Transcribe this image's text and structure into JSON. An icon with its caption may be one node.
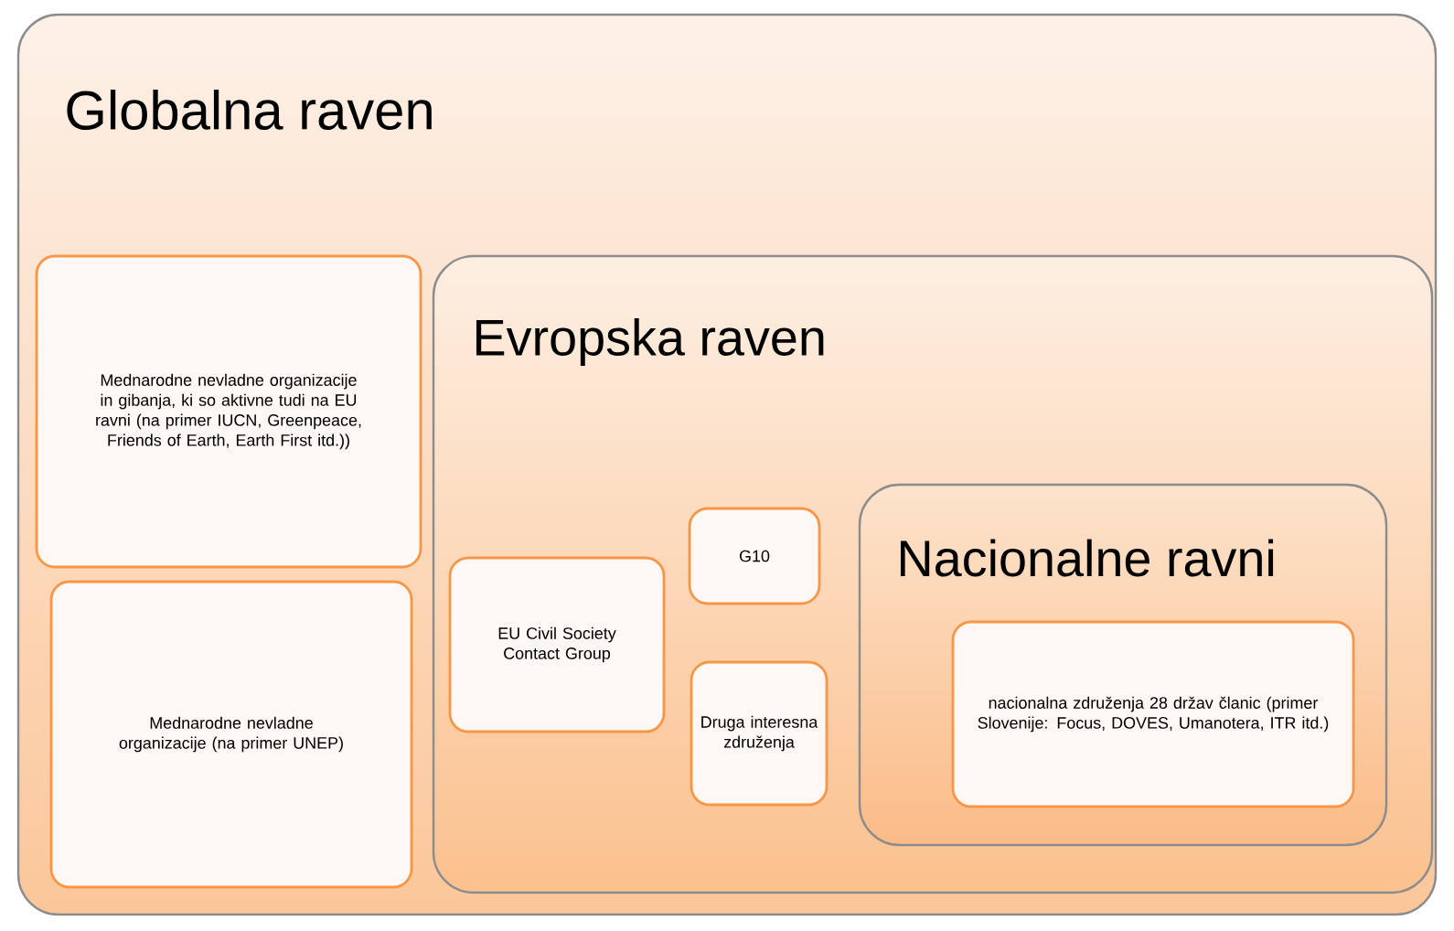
{
  "diagram": {
    "nodes": [
      {
        "text": [
          "Globalna raven"
        ]
      },
      {
        "text": [
          "Mednarodne nevladne organizacije in gibanja, ki so aktivne tudi na EU ravni (na primer IUCN, Greenpeace, Friends of Earth, Earth First itd.))"
        ],
        "in": 0
      },
      {
        "text": [
          "Mednarodne nevladne organizacije (na primer UNEP)"
        ],
        "in": 0
      },
      {
        "text": [
          "Evropska raven"
        ],
        "in": 0
      },
      {
        "text": [
          "EU Civil Society Contact Group"
        ],
        "in": 3
      },
      {
        "text": [
          "G10"
        ],
        "in": 3
      },
      {
        "text": [
          "Druga interesna združenja"
        ],
        "in": 3
      },
      {
        "text": [
          "Nacionalne ravni"
        ],
        "in": 3
      },
      {
        "text": [
          "nacionalna združenja 28 držav članic (primer Slovenije: Focus, DOVES, Umanotera, ITR itd.)"
        ],
        "in": 7
      }
    ]
  }
}
